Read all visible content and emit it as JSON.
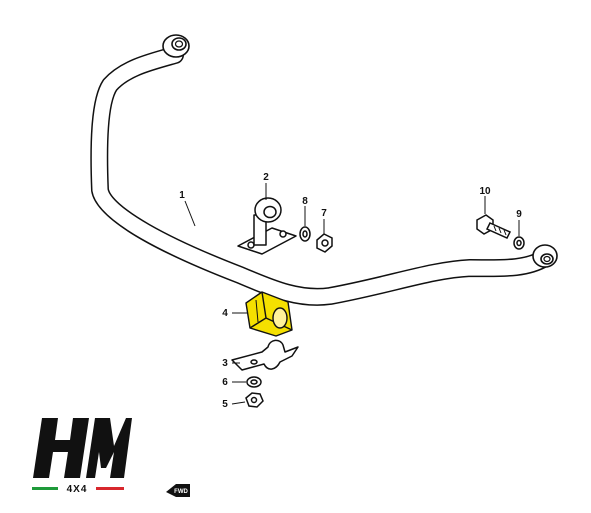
{
  "diagram": {
    "parts": [
      {
        "id": "stabilizer-bar",
        "number": "1"
      },
      {
        "id": "link-bracket",
        "number": "2"
      },
      {
        "id": "bushing-bracket",
        "number": "3"
      },
      {
        "id": "bushing",
        "number": "4"
      },
      {
        "id": "nut-lower",
        "number": "5"
      },
      {
        "id": "washer-lower",
        "number": "6"
      },
      {
        "id": "nut-upper",
        "number": "7"
      },
      {
        "id": "washer-upper",
        "number": "8"
      },
      {
        "id": "washer-right",
        "number": "9"
      },
      {
        "id": "bolt",
        "number": "10"
      }
    ],
    "highlight_color": "#f5e000",
    "direction_label": "FWD"
  },
  "logo": {
    "letters": "HM",
    "subtitle": "4X4",
    "stripe_colors": [
      "#1e9a3a",
      "#ffffff",
      "#d8272d"
    ]
  }
}
